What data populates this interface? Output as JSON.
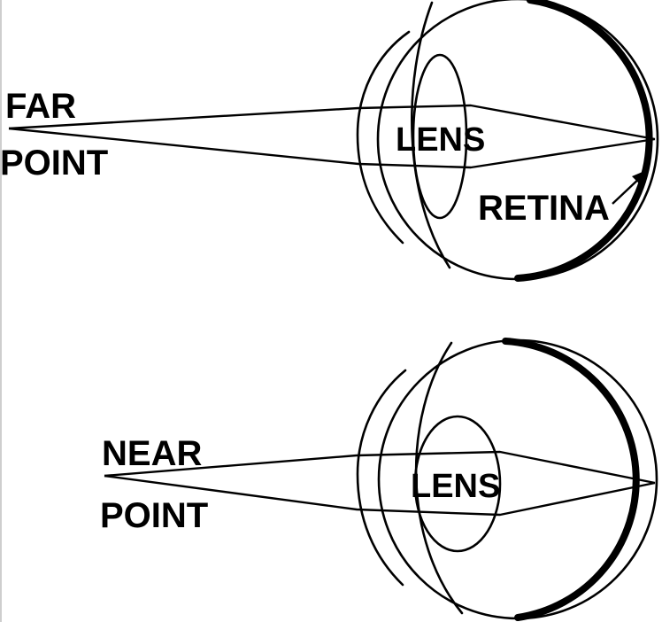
{
  "top_eye": {
    "point_label_line1": "FAR",
    "point_label_line2": "POINT",
    "lens_label": "LENS",
    "retina_label": "RETINA"
  },
  "bottom_eye": {
    "point_label_line1": "NEAR",
    "point_label_line2": "POINT",
    "lens_label": "LENS"
  }
}
